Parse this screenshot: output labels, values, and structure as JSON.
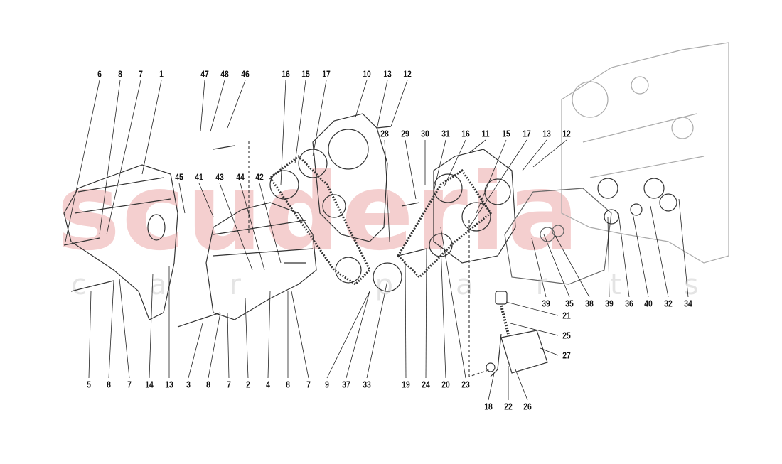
{
  "watermark": {
    "brand": "scuderia",
    "sub": "car parts",
    "color": "#f2c4c4"
  },
  "callouts": {
    "top": [
      "6",
      "8",
      "7",
      "1",
      "47",
      "48",
      "46",
      "16",
      "15",
      "17",
      "10",
      "13",
      "12"
    ],
    "upper_right": [
      "28",
      "29",
      "30",
      "31",
      "16",
      "11",
      "15",
      "17",
      "13",
      "12"
    ],
    "middle": [
      "45",
      "41",
      "43",
      "44",
      "42"
    ],
    "bottom": [
      "5",
      "8",
      "7",
      "14",
      "13",
      "3",
      "8",
      "7",
      "2",
      "4",
      "8",
      "7",
      "9",
      "37",
      "33",
      "19",
      "24",
      "20",
      "23"
    ],
    "right_row": [
      "39",
      "35",
      "38",
      "39",
      "36",
      "40",
      "32",
      "34"
    ],
    "tensioner": [
      "21",
      "25",
      "27"
    ],
    "tensioner_bottom": [
      "18",
      "22",
      "26"
    ]
  }
}
